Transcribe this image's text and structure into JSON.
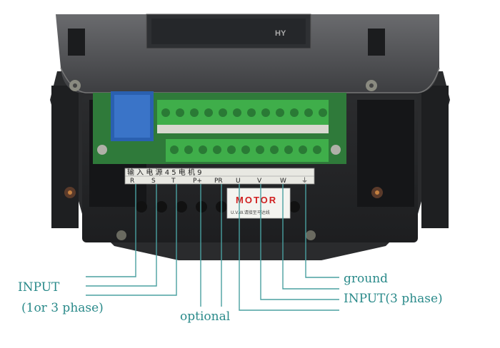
{
  "device": {
    "brand": "HY",
    "motor_tag_title": "MOTOR",
    "motor_tag_subtitle": "U.V.W.请接至马达线",
    "terminal_header_cn": "输 入 电 源  4  5  电 机  9",
    "terminals": [
      "R",
      "S",
      "T",
      "P+",
      "PR",
      "U",
      "V",
      "W",
      "⏚"
    ]
  },
  "annotations": {
    "input": "INPUT",
    "input_sub": "(1or 3 phase)",
    "optional": "optional",
    "ground": "ground",
    "motor_input": "INPUT(3 phase)"
  },
  "colors": {
    "label": "#2a8a8a",
    "leader_line": "#4aa0a0",
    "housing": "#3a3a3c",
    "pcb": "#2f7a3a",
    "terminal_block": "#3fae4a"
  }
}
